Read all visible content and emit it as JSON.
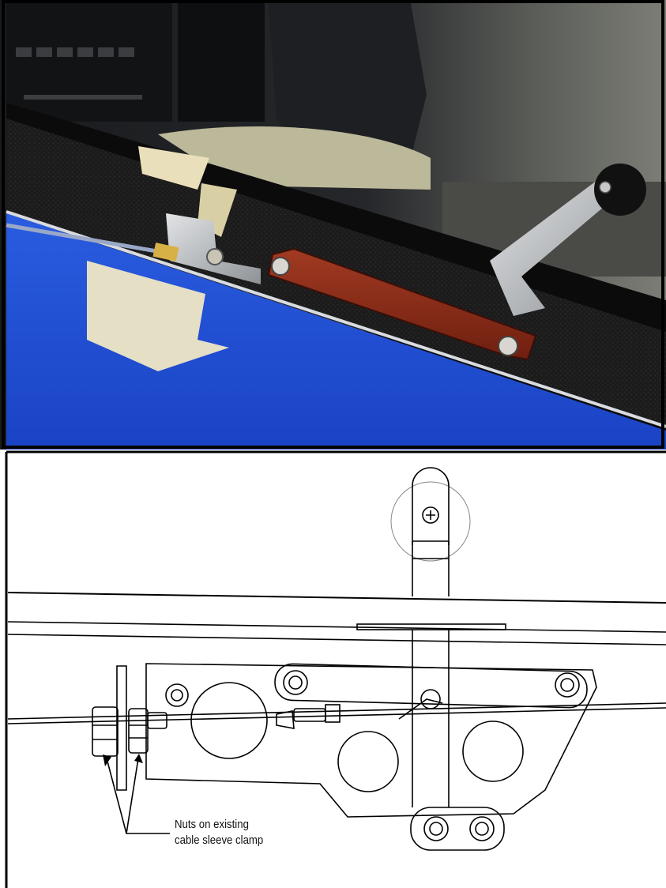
{
  "photo": {
    "caption": "",
    "colors": {
      "panel_blue": "#1f4fd6",
      "tape": "#efe7c4",
      "link_red": "#8b2a18",
      "bracket_metal": "#b9bcc0",
      "carpet": "#1c1c1c",
      "knob": "#111111"
    }
  },
  "drawing": {
    "callout": {
      "lines": [
        "Nuts on existing",
        "cable sleeve clamp"
      ],
      "arrow_targets": 2
    }
  }
}
